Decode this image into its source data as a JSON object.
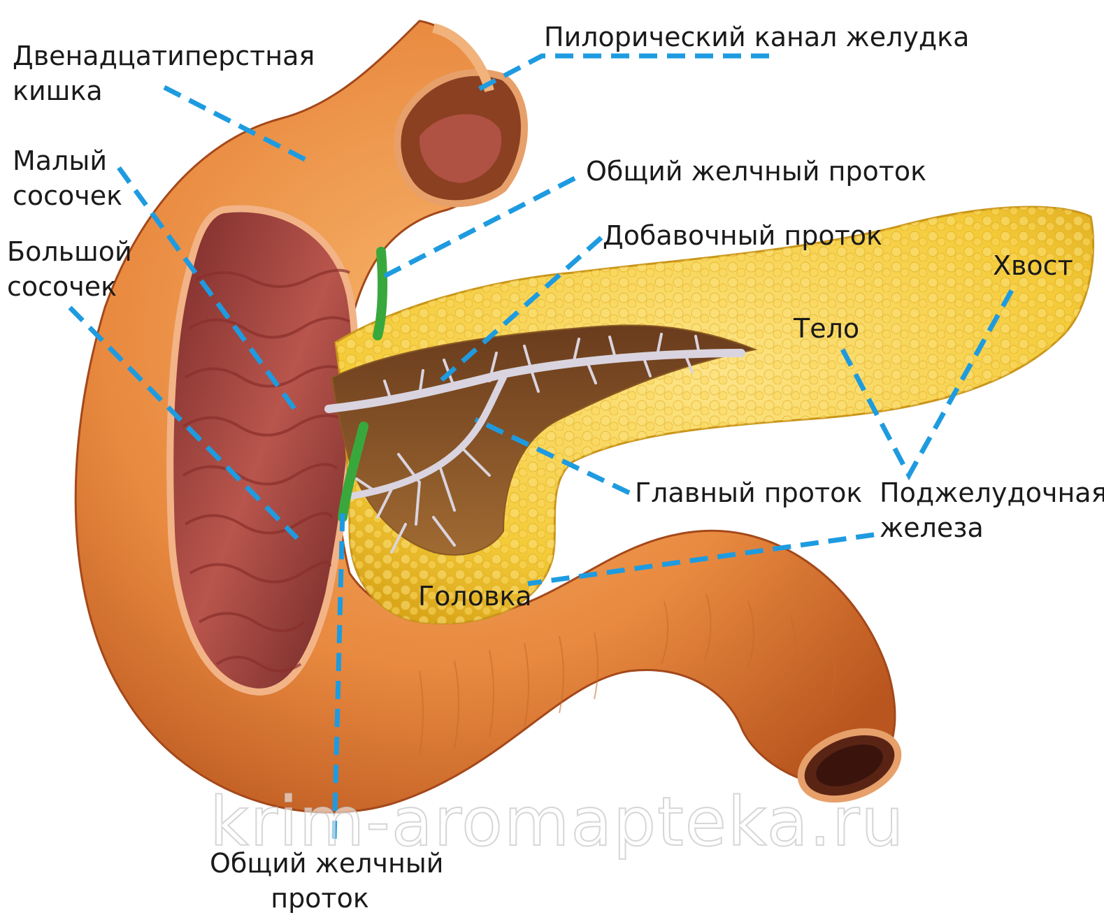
{
  "labels": {
    "duodenum": [
      "Двенадцатиперстная",
      "кишка"
    ],
    "pyloric_canal": "Пилорический канал желудка",
    "minor_papilla": [
      "Малый",
      "сосочек"
    ],
    "common_bile_duct_top": "Общий желчный проток",
    "major_papilla": [
      "Большой",
      "сосочек"
    ],
    "accessory_duct": "Добавочный проток",
    "tail": "Хвост",
    "body": "Тело",
    "main_duct": "Главный проток",
    "pancreas": [
      "Поджелудочная",
      "железа"
    ],
    "head": "Головка",
    "common_bile_duct_bottom": [
      "Общий желчный",
      "проток"
    ]
  },
  "watermark": "krim-aromapteka.ru",
  "colors": {
    "leader_line": "#1e9be0",
    "duodenum": "#e8893f",
    "mucosa": "#b8554c",
    "pancreas": "#f4cb38",
    "bile_duct": "#39a83c",
    "ducts": "#d9d4df"
  }
}
